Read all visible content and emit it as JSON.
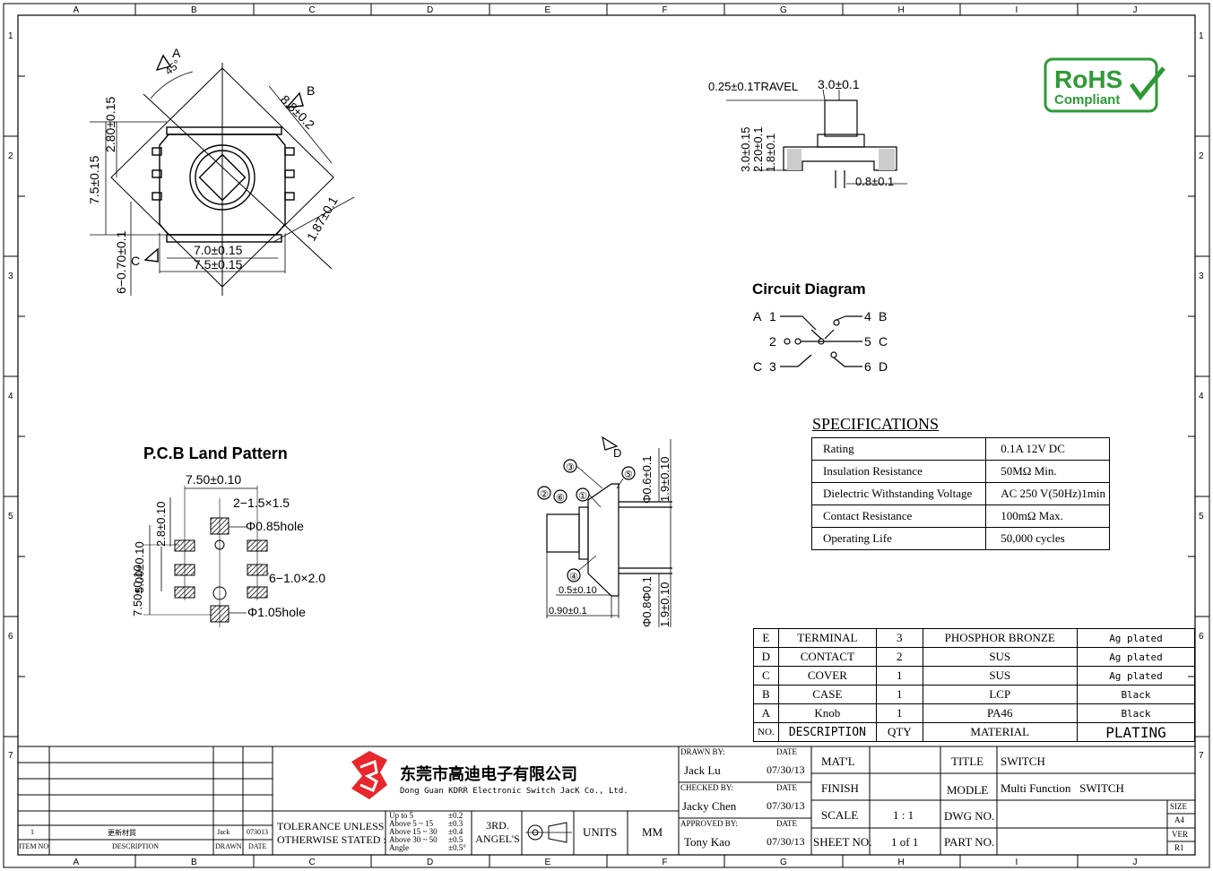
{
  "frame": {
    "columns": [
      "A",
      "B",
      "C",
      "D",
      "E",
      "F",
      "G",
      "H",
      "I",
      "J"
    ],
    "rows": [
      "1",
      "2",
      "3",
      "4",
      "5",
      "6",
      "7"
    ]
  },
  "top_view": {
    "label_a": "A",
    "angle": "45°",
    "label_b": "B",
    "label_c": "C",
    "dim_diag": "8.8±0.2",
    "dim_height": "7.5±0.15",
    "dim_2_80": "2.80±0.15",
    "dim_pins": "6−0.70±0.1",
    "dim_1_87": "1.87±0.1",
    "dim_width_inner": "7.0±0.15",
    "dim_width_outer": "7.5±0.15"
  },
  "side_view": {
    "travel": "0.25±0.1TRAVEL",
    "dim_3_0": "3.0±0.1",
    "dim_3_0_15": "3.0±0.15",
    "dim_2_20": "2.20±0.1",
    "dim_1_8": "1.8±0.1",
    "dim_0_8": "0.8±0.1"
  },
  "rohs": {
    "line1": "RoHS",
    "line2": "Compliant"
  },
  "circuit": {
    "title": "Circuit Diagram",
    "left": [
      "A",
      "C"
    ],
    "right": [
      "B",
      "C",
      "D"
    ],
    "pins": [
      "1",
      "2",
      "3",
      "4",
      "5",
      "6"
    ]
  },
  "specifications": {
    "title": "SPECIFICATIONS",
    "rows": [
      {
        "name": "Rating",
        "value": "0.1A 12V DC"
      },
      {
        "name": "Insulation Resistance",
        "value": "50MΩ Min."
      },
      {
        "name": "Dielectric Withstanding Voltage",
        "value": "AC 250 V(50Hz)1min"
      },
      {
        "name": "Contact Resistance",
        "value": "100mΩ Max."
      },
      {
        "name": "Operating Life",
        "value": "50,000 cycles"
      }
    ]
  },
  "pcb": {
    "title": "P.C.B Land Pattern",
    "dim_7_50": "7.50±0.10",
    "dim_2_1_5": "2−1.5×1.5",
    "hole_085": "Φ0.85hole",
    "dim_6_1_0": "6−1.0×2.0",
    "hole_105": "Φ1.05hole",
    "dim_2_8": "2.8±0.10",
    "dim_5_00": "5.00±0.10",
    "dim_7_50v": "7.50±0.10"
  },
  "section_view": {
    "label_d": "D",
    "callouts": [
      "①",
      "②",
      "③",
      "④",
      "⑤",
      "⑥"
    ],
    "dim_phi06": "Φ0.6±0.1",
    "dim_1_9a": "1.9±0.10",
    "dim_phi08": "Φ0.8Φ0.1",
    "dim_1_9b": "1.9±0.10",
    "dim_05": "0.5±0.10",
    "dim_090": "0.90±0.1"
  },
  "bom": {
    "rows": [
      {
        "item": "E",
        "desc": "TERMINAL",
        "qty": "3",
        "material": "PHOSPHOR BRONZE",
        "plating": "Ag plated"
      },
      {
        "item": "D",
        "desc": "CONTACT",
        "qty": "2",
        "material": "SUS",
        "plating": "Ag plated"
      },
      {
        "item": "C",
        "desc": "COVER",
        "qty": "1",
        "material": "SUS",
        "plating": "Ag plated"
      },
      {
        "item": "B",
        "desc": "CASE",
        "qty": "1",
        "material": "LCP",
        "plating": "Black"
      },
      {
        "item": "A",
        "desc": "Knob",
        "qty": "1",
        "material": "PA46",
        "plating": "Black"
      }
    ],
    "header": {
      "item": "NO.",
      "desc": "DESCRIPTION",
      "qty": "QTY",
      "material": "MATERIAL",
      "plating": "PLATING"
    }
  },
  "revisions": {
    "row": {
      "no": "1",
      "desc": "更新材質",
      "drawn": "Jack",
      "date": "073013"
    },
    "header": {
      "no": "ITEM NO.",
      "desc": "DESCRIPTION",
      "drawn": "DRAWN",
      "date": "DATE"
    }
  },
  "company": {
    "name_cn": "东莞市高迪电子有限公司",
    "name_en": "Dong Guan KDRR  Electronic Switch JacK Co., Ltd."
  },
  "tolerance": {
    "line1": "TOLERANCE UNLESS",
    "line2": "OTHERWISE STATED :",
    "ranges": [
      "Up to 5",
      "Above 5  ~ 15",
      "Above 15 ~ 30",
      "Above 30 ~ 50",
      "Angle"
    ],
    "values": [
      "±0.2",
      "±0.3",
      "±0.4",
      "±0.5",
      "±0.5°"
    ],
    "projection": "3RD. ANGEL'S",
    "units_label": "UNITS",
    "units_value": "MM"
  },
  "approvals": {
    "drawn_label": "DRAWN BY:",
    "drawn_name": "Jack  Lu",
    "checked_label": "CHECKED BY:",
    "checked_name": "Jacky Chen",
    "approved_label": "APPROVED BY:",
    "approved_name": "Tony Kao",
    "date_label": "DATE",
    "date": "07/30/13"
  },
  "title_block": {
    "matl_label": "MAT'L",
    "matl_value": "",
    "finish_label": "FINISH",
    "finish_value": "",
    "scale_label": "SCALE",
    "scale_value": "1 : 1",
    "sheet_label": "SHEET NO.",
    "sheet_value": "1 of 1",
    "title_label": "TITLE",
    "title_value": "SWITCH",
    "model_label": "MODLE",
    "model_value": "Multi Function   SWITCH",
    "dwg_label": "DWG NO.",
    "dwg_value": "",
    "part_label": "PART NO.",
    "part_value": "",
    "size_label": "SIZE",
    "size_value": "A4",
    "ver_label": "VER",
    "ver_value": "R1"
  }
}
